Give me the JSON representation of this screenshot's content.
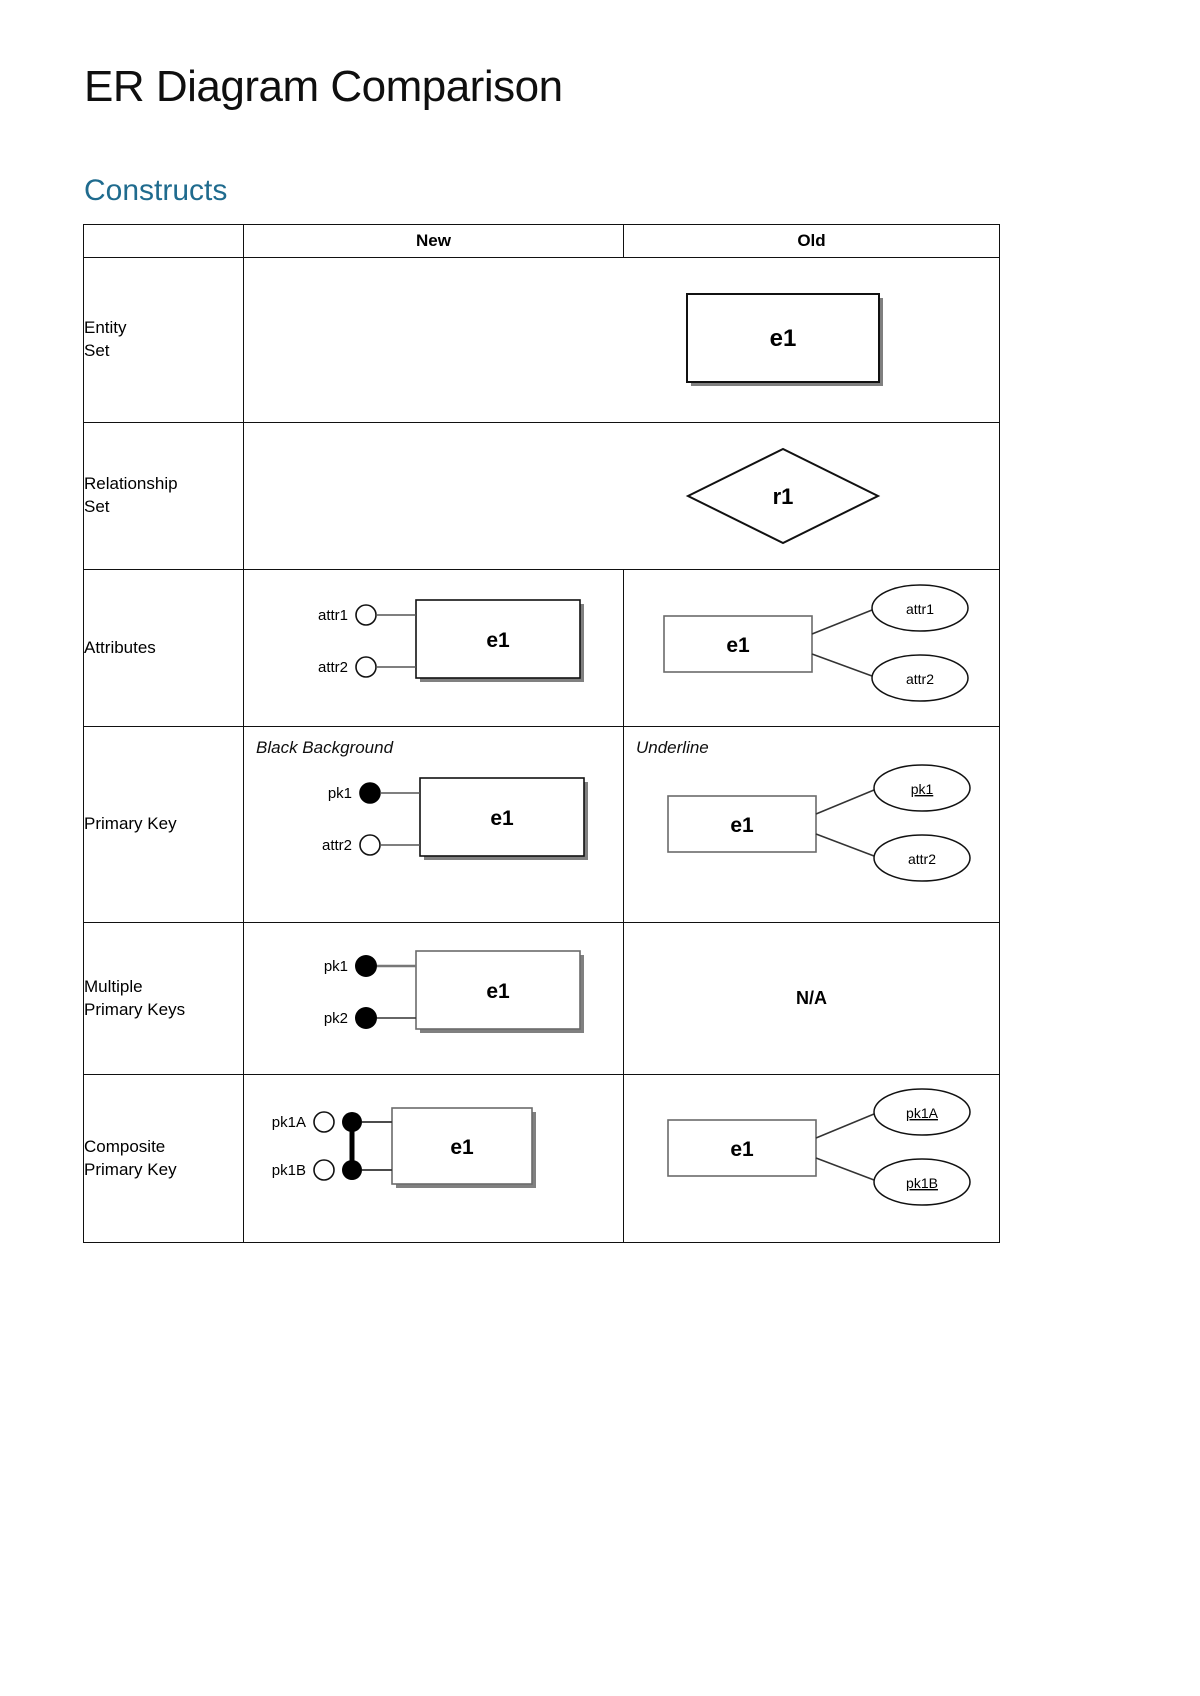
{
  "document": {
    "title": "ER Diagram Comparison",
    "section_heading": "Constructs"
  },
  "table": {
    "headers": {
      "label_col": "",
      "new": "New",
      "old": "Old"
    },
    "rows": [
      {
        "label": "Entity\nSet",
        "label_line1": "Entity",
        "label_line2": "Set",
        "merged": true,
        "merged_shape": "rectangle",
        "merged_shape_text": "e1"
      },
      {
        "label_line1": "Relationship",
        "label_line2": "Set",
        "merged": true,
        "merged_shape": "diamond",
        "merged_shape_text": "r1"
      },
      {
        "label_line1": "Attributes",
        "label_line2": "",
        "merged": false,
        "new": {
          "note": "",
          "entity": "e1",
          "attributes": [
            {
              "name": "attr1",
              "marker": "hollow-circle"
            },
            {
              "name": "attr2",
              "marker": "hollow-circle"
            }
          ]
        },
        "old": {
          "note": "",
          "entity": "e1",
          "attributes": [
            {
              "name": "attr1",
              "underline": false
            },
            {
              "name": "attr2",
              "underline": false
            }
          ]
        }
      },
      {
        "label_line1": "Primary Key",
        "label_line2": "",
        "merged": false,
        "new": {
          "note": "Black Background",
          "entity": "e1",
          "attributes": [
            {
              "name": "pk1",
              "marker": "filled-circle"
            },
            {
              "name": "attr2",
              "marker": "hollow-circle"
            }
          ]
        },
        "old": {
          "note": "Underline",
          "entity": "e1",
          "attributes": [
            {
              "name": "pk1",
              "underline": true
            },
            {
              "name": "attr2",
              "underline": false
            }
          ]
        }
      },
      {
        "label_line1": "Multiple",
        "label_line2": "Primary Keys",
        "merged": false,
        "new": {
          "note": "",
          "entity": "e1",
          "attributes": [
            {
              "name": "pk1",
              "marker": "filled-circle"
            },
            {
              "name": "pk2",
              "marker": "filled-circle"
            }
          ]
        },
        "old": {
          "na_text": "N/A"
        }
      },
      {
        "label_line1": "Composite",
        "label_line2": "Primary Key",
        "merged": false,
        "new": {
          "note": "",
          "entity": "e1",
          "attributes": [
            {
              "name": "pk1A",
              "marker": "hollow-plus-filled-circle"
            },
            {
              "name": "pk1B",
              "marker": "hollow-plus-filled-circle"
            }
          ]
        },
        "old": {
          "note": "",
          "entity": "e1",
          "attributes": [
            {
              "name": "pk1A",
              "underline": true
            },
            {
              "name": "pk1B",
              "underline": true
            }
          ]
        }
      }
    ]
  },
  "colors": {
    "heading_blue": "#1f6b8e",
    "text_black": "#000000",
    "shape_stroke": "#111111",
    "shape_shadow": "#808080",
    "page_background": "#ffffff"
  }
}
